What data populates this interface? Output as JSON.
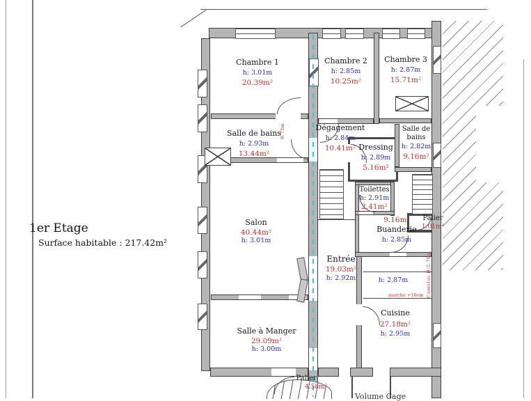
{
  "page": {
    "floor_title": "1er Etage",
    "surface_label": "Surface habitable : 217.42m²",
    "bottom_partial_label": "Volume Cage"
  },
  "colors": {
    "wall_gray": "#b5b5b5",
    "line_dark": "#4a4a4a",
    "height_blue": "#2b2bb0",
    "area_red": "#c22f2f",
    "axis_teal": "#45c2c8"
  },
  "annotations": {
    "step_note": "marche +10cm",
    "duct_note": "Cumulus H:2.70m",
    "door_note": "0.73m"
  },
  "rooms": [
    {
      "id": "chambre-1",
      "name": "Chambre 1",
      "height": "h: 3.01m",
      "area": "20.39m²"
    },
    {
      "id": "chambre-2",
      "name": "Chambre 2",
      "height": "h: 2.85m",
      "area": "10.25m²"
    },
    {
      "id": "chambre-3",
      "name": "Chambre 3",
      "height": "h: 2.87m",
      "area": "15.71m²"
    },
    {
      "id": "salle-de-bains-1",
      "name": "Salle de bains",
      "height": "h: 2.93m",
      "area": "13.44m²"
    },
    {
      "id": "degagement",
      "name": "Dégagement",
      "height": "h: 2.84m",
      "area": "10.41m²"
    },
    {
      "id": "dressing",
      "name": "Dressing",
      "height": "h: 2.89m",
      "area": "5.16m²"
    },
    {
      "id": "salle-de-bains-2",
      "name": "Salle de bains",
      "height": "h: 2.82m",
      "area": "9.16m²"
    },
    {
      "id": "toilettes",
      "name": "Toilettes",
      "height": "h: 2.91m",
      "area": "2.41m²"
    },
    {
      "id": "buanderie",
      "name": "Buanderie",
      "height": "h: 2.85m",
      "area": "9.16m²"
    },
    {
      "id": "palier-etage",
      "name": "Palier",
      "area": "1.01m²"
    },
    {
      "id": "salon",
      "name": "Salon",
      "area": "40.44m²",
      "height": "h: 3.01m"
    },
    {
      "id": "entree",
      "name": "Entrée",
      "area": "19.03m²",
      "height": "h: 2.92m"
    },
    {
      "id": "cuisine",
      "name": "Cuisine",
      "area": "27.18m²",
      "height": "h: 2.95m",
      "upper_height": "h: 2.87m"
    },
    {
      "id": "salle-a-manger",
      "name": "Salle à Manger",
      "area": "29.09m²",
      "height": "h: 3.00m"
    },
    {
      "id": "palier-bas",
      "name": "Palier",
      "area": "4.58m²"
    }
  ]
}
